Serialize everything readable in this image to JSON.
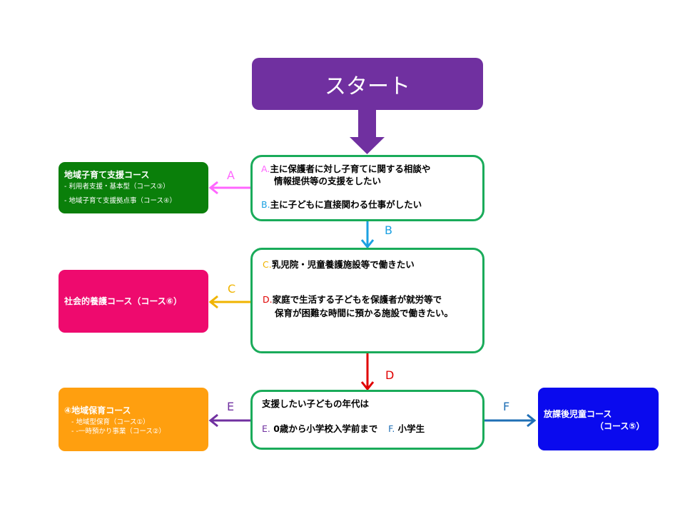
{
  "start": {
    "label": "スタート"
  },
  "q1": {
    "a_key": "A.",
    "a_text_1": "主に保護者に対し子育てに関する相談や",
    "a_text_2": "情報提供等の支援をしたい",
    "b_key": "B.",
    "b_text": "主に子どもに直接関わる仕事がしたい"
  },
  "q2": {
    "c_key": "C.",
    "c_text": "乳児院・児童養護施設等で働きたい",
    "d_key": "D.",
    "d_text_1": "家庭で生活する子どもを保護者が就労等で",
    "d_text_2": "保育が困難な時間に預かる施設で働きたい。"
  },
  "q3": {
    "title": "支援したい子どもの年代は",
    "e_key": "E.",
    "e_text": "0歳から小学校入学前まで",
    "f_key": "F.",
    "f_text": "小学生"
  },
  "results": {
    "green": {
      "title": "地域子育て支援コース",
      "sub1": "- 利用者支援・基本型（コース③）",
      "sub2": "- 地域子育て支援拠点事（コース④）"
    },
    "pink": {
      "title": "社会的養護コース（コース⑥）"
    },
    "orange": {
      "title": "④地域保育コース",
      "sub1": "- 地域型保育（コース①）",
      "sub2": "- -一時預かり事業（コース②）"
    },
    "blue": {
      "title": "放課後児童コース",
      "sub": "（コース⑤）"
    }
  },
  "arrow_labels": {
    "a": "A",
    "b": "B",
    "c": "C",
    "d": "D",
    "e": "E",
    "f": "F"
  },
  "colors": {
    "start": "#7030a0",
    "q_border": "#1aab5a",
    "a": "#ff66ff",
    "b": "#1ba1e2",
    "c": "#f0b400",
    "d": "#e00000",
    "e": "#7030a0",
    "f": "#1f6fb5",
    "green_box": "#0a7f0a",
    "pink_box": "#ee0a6e",
    "orange_box": "#ff9f0f",
    "blue_box": "#0a0aee"
  }
}
